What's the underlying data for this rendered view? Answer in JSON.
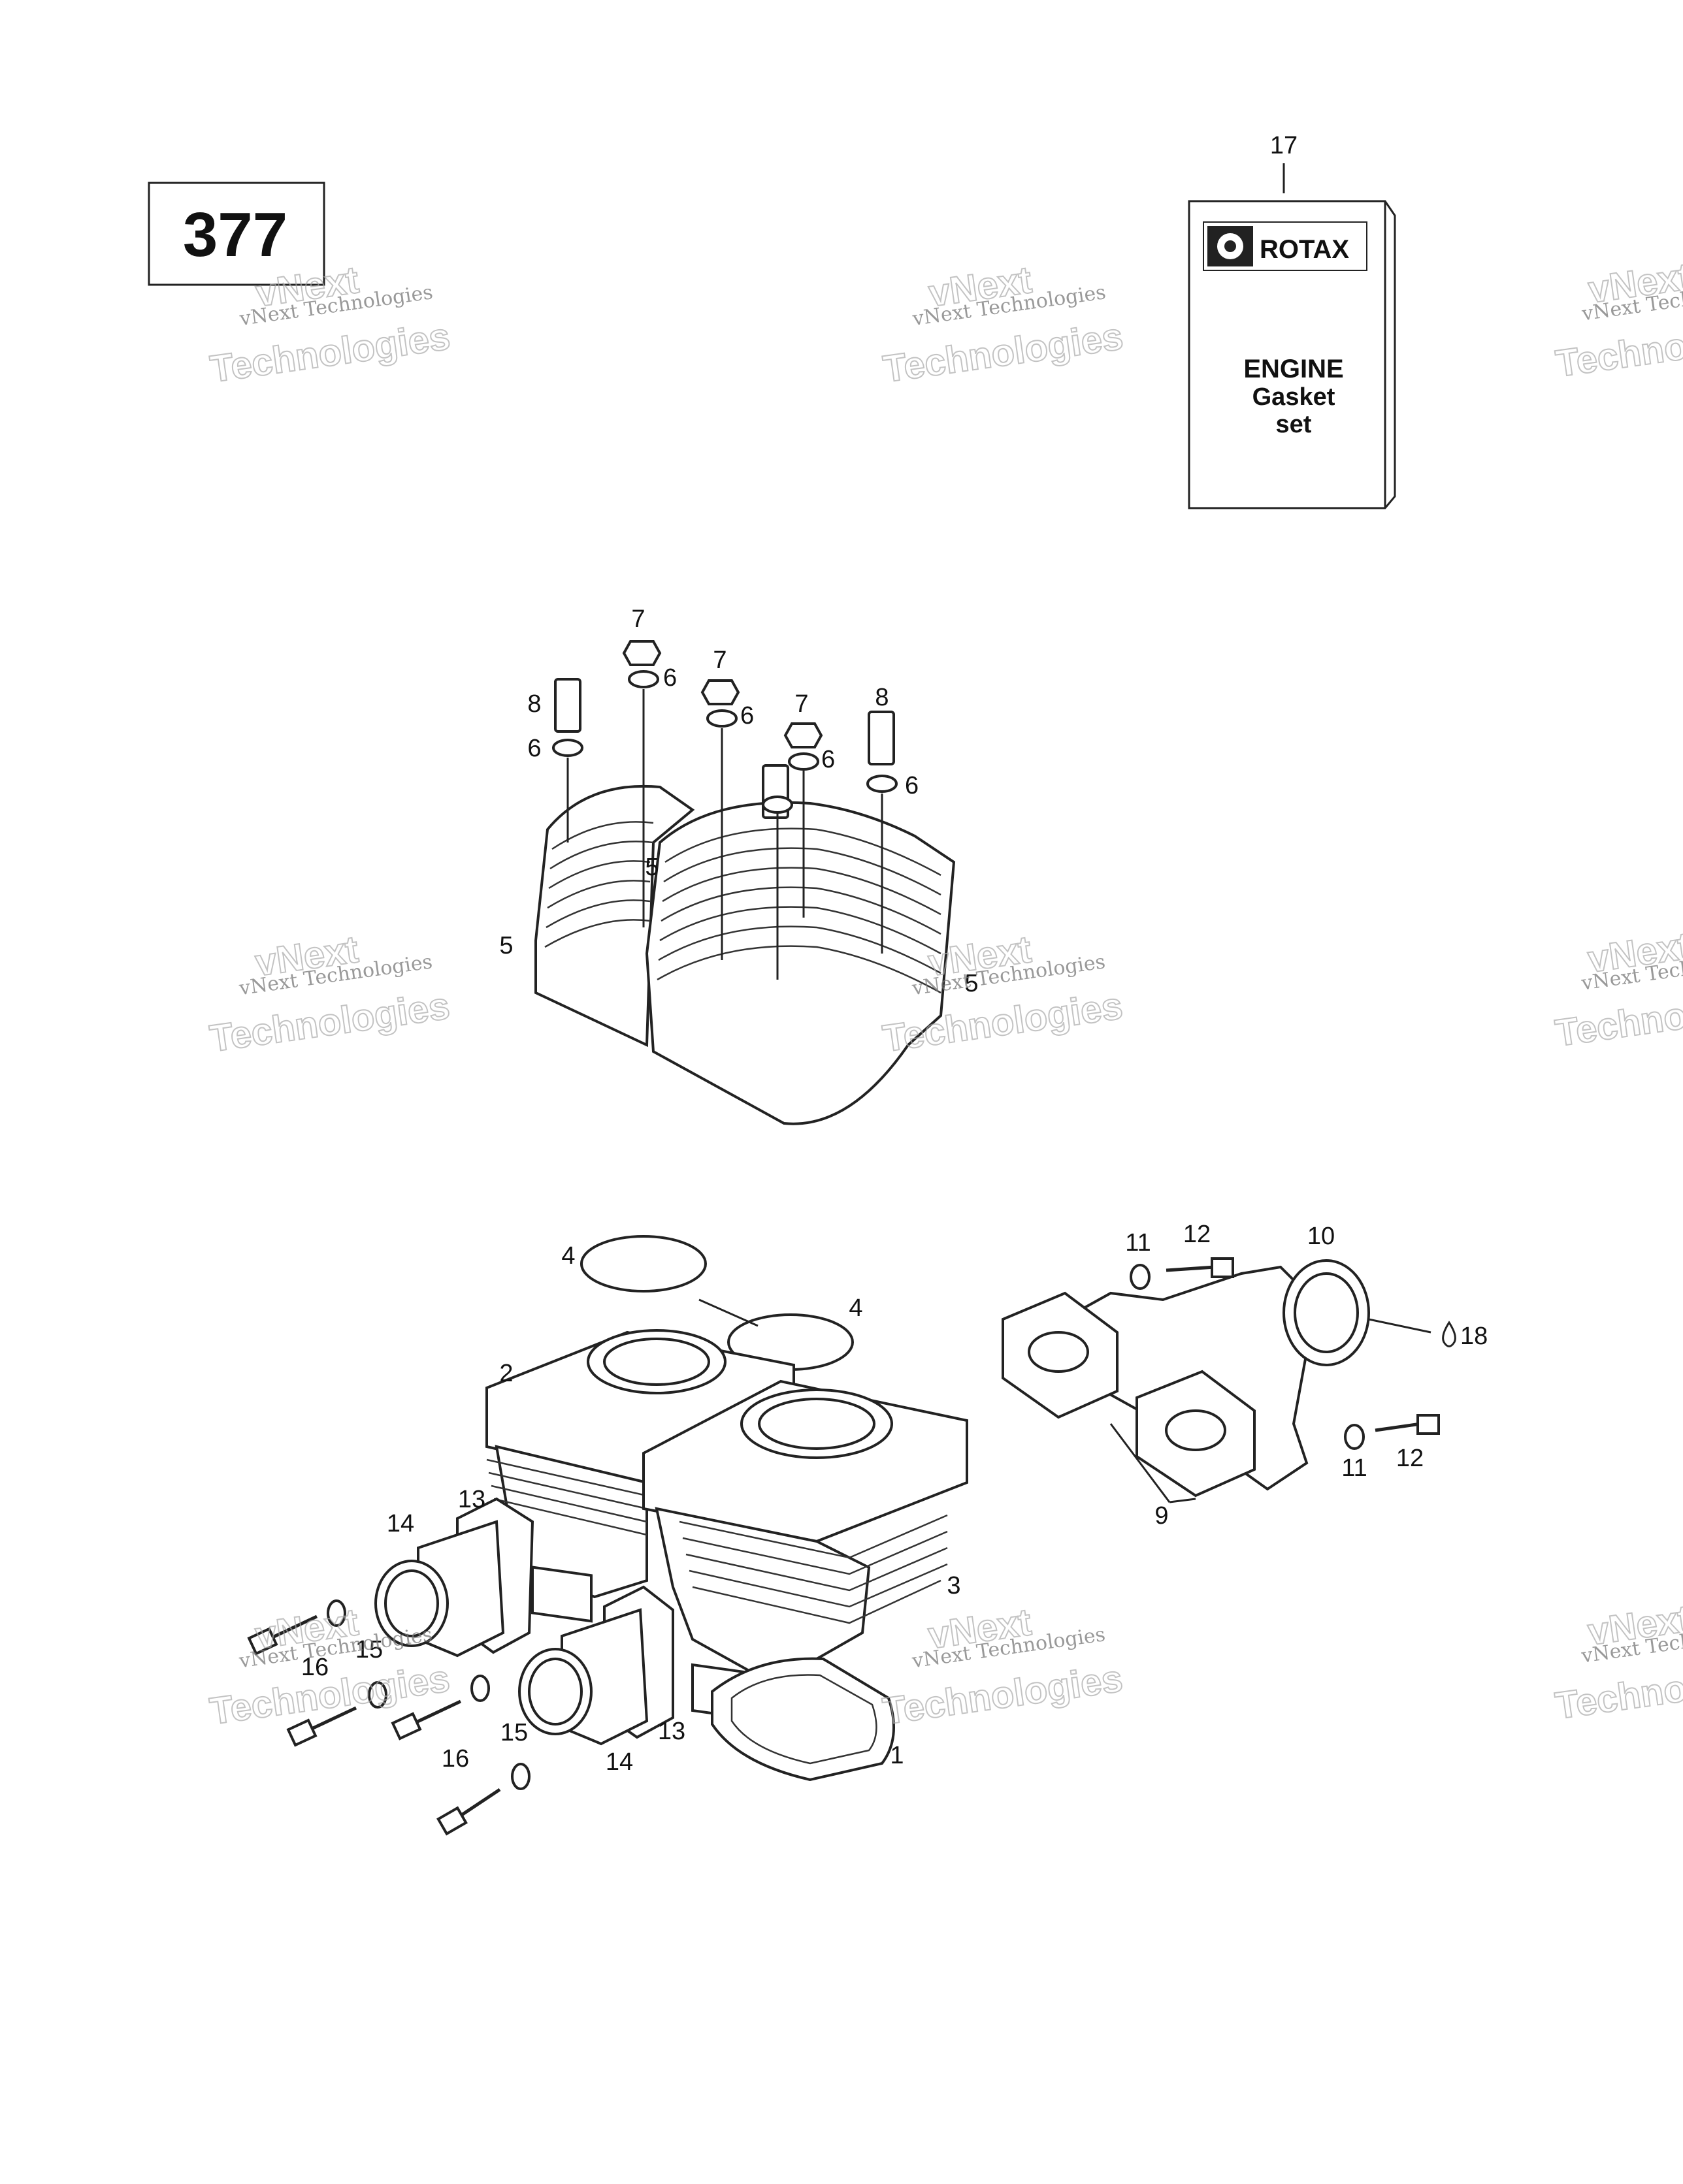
{
  "page_number": "377",
  "kit": {
    "callout": "17",
    "brand": "ROTAX",
    "line1": "ENGINE",
    "line2": "Gasket",
    "line3": "set",
    "logo_icon": "gear-logo-icon"
  },
  "watermark": {
    "line1": "vNext Technologies",
    "line2": "vNext",
    "line3": "Technologies"
  },
  "callouts": {
    "c1": "1",
    "c2": "2",
    "c3": "3",
    "c4a": "4",
    "c4b": "4",
    "c5a": "5",
    "c5b": "5",
    "c5c": "5",
    "c6a": "6",
    "c6b": "6",
    "c6c": "6",
    "c6d": "6",
    "c6e": "6",
    "c7a": "7",
    "c7b": "7",
    "c7c": "7",
    "c8a": "8",
    "c8b": "8",
    "c9": "9",
    "c10": "10",
    "c11a": "11",
    "c11b": "11",
    "c12a": "12",
    "c12b": "12",
    "c13a": "13",
    "c13b": "13",
    "c14a": "14",
    "c14b": "14",
    "c15a": "15",
    "c15b": "15",
    "c16a": "16",
    "c16b": "16",
    "c18": "18"
  },
  "colors": {
    "ink": "#111111",
    "watermark": "#999999",
    "background": "#ffffff"
  }
}
